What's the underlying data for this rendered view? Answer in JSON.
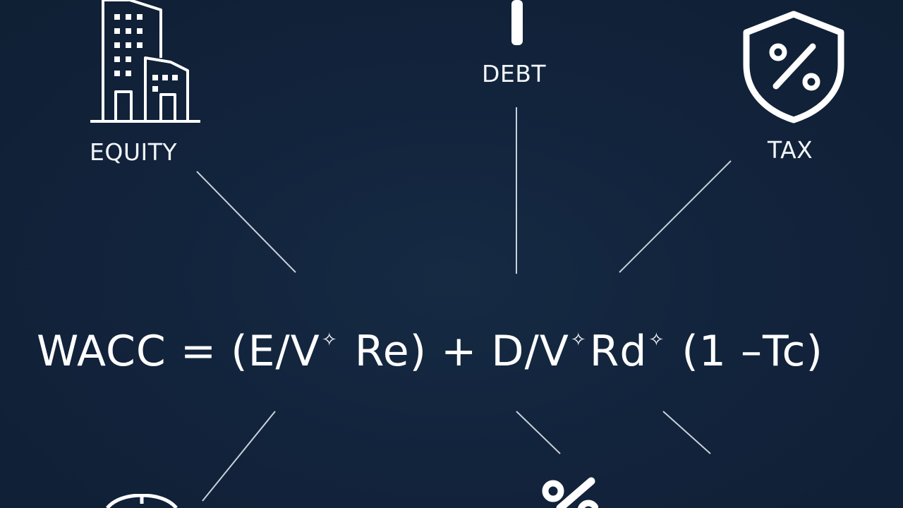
{
  "labels": {
    "equity": "EQUITY",
    "debt": "DEBT",
    "tax": "TAX"
  },
  "formula": {
    "part1": "WACC = (E/V",
    "part2": " Re) + D/V",
    "part3": "Rd",
    "part4": " (1 –Tc)",
    "sparkle": "✧"
  },
  "icons": {
    "equity": "buildings-icon",
    "debt": "bar-icon",
    "tax": "shield-percent-icon",
    "bottom_left": "clock-icon",
    "bottom_center": "percent-icon"
  },
  "colors": {
    "background": "#12233a",
    "foreground": "#ffffff",
    "lines": "#c9d1db"
  }
}
